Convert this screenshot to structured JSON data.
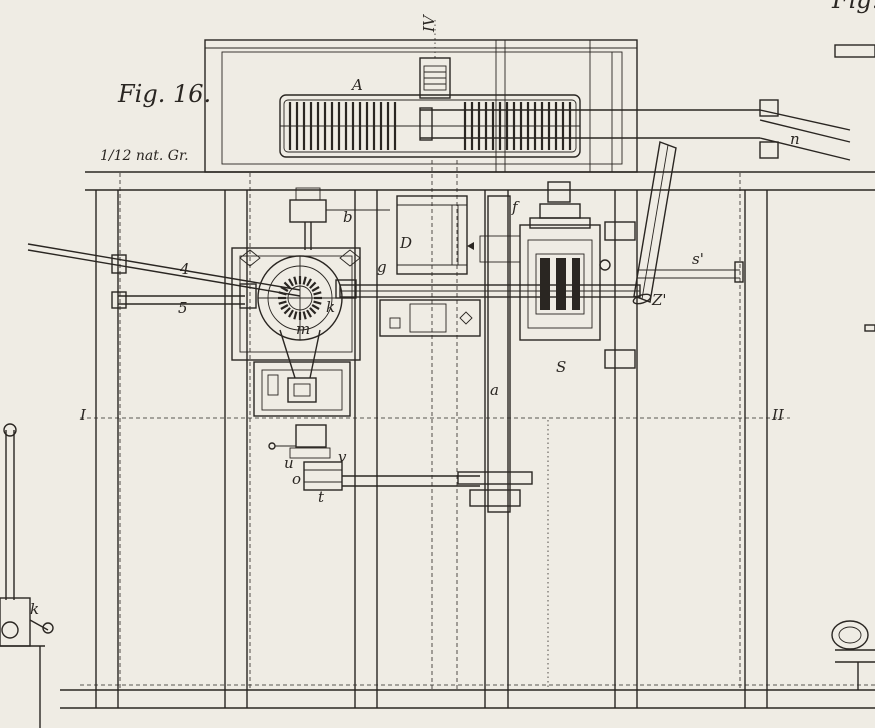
{
  "figure": {
    "title": "Fig. 16.",
    "scale": "1/12 nat. Gr.",
    "top_right_fragment": "Fig."
  },
  "labels": {
    "A": "A",
    "IV": "IV",
    "n": "n",
    "b": "b",
    "f": "f",
    "D": "D",
    "g": "g",
    "s_prime": "s'",
    "Z_prime": "Z'",
    "four": "4",
    "five": "5",
    "k": "k",
    "m": "m",
    "S": "S",
    "I": "I",
    "II": "II",
    "a": "a",
    "u": "u",
    "v": "v",
    "o": "o",
    "t": "t",
    "k_left": "k"
  }
}
